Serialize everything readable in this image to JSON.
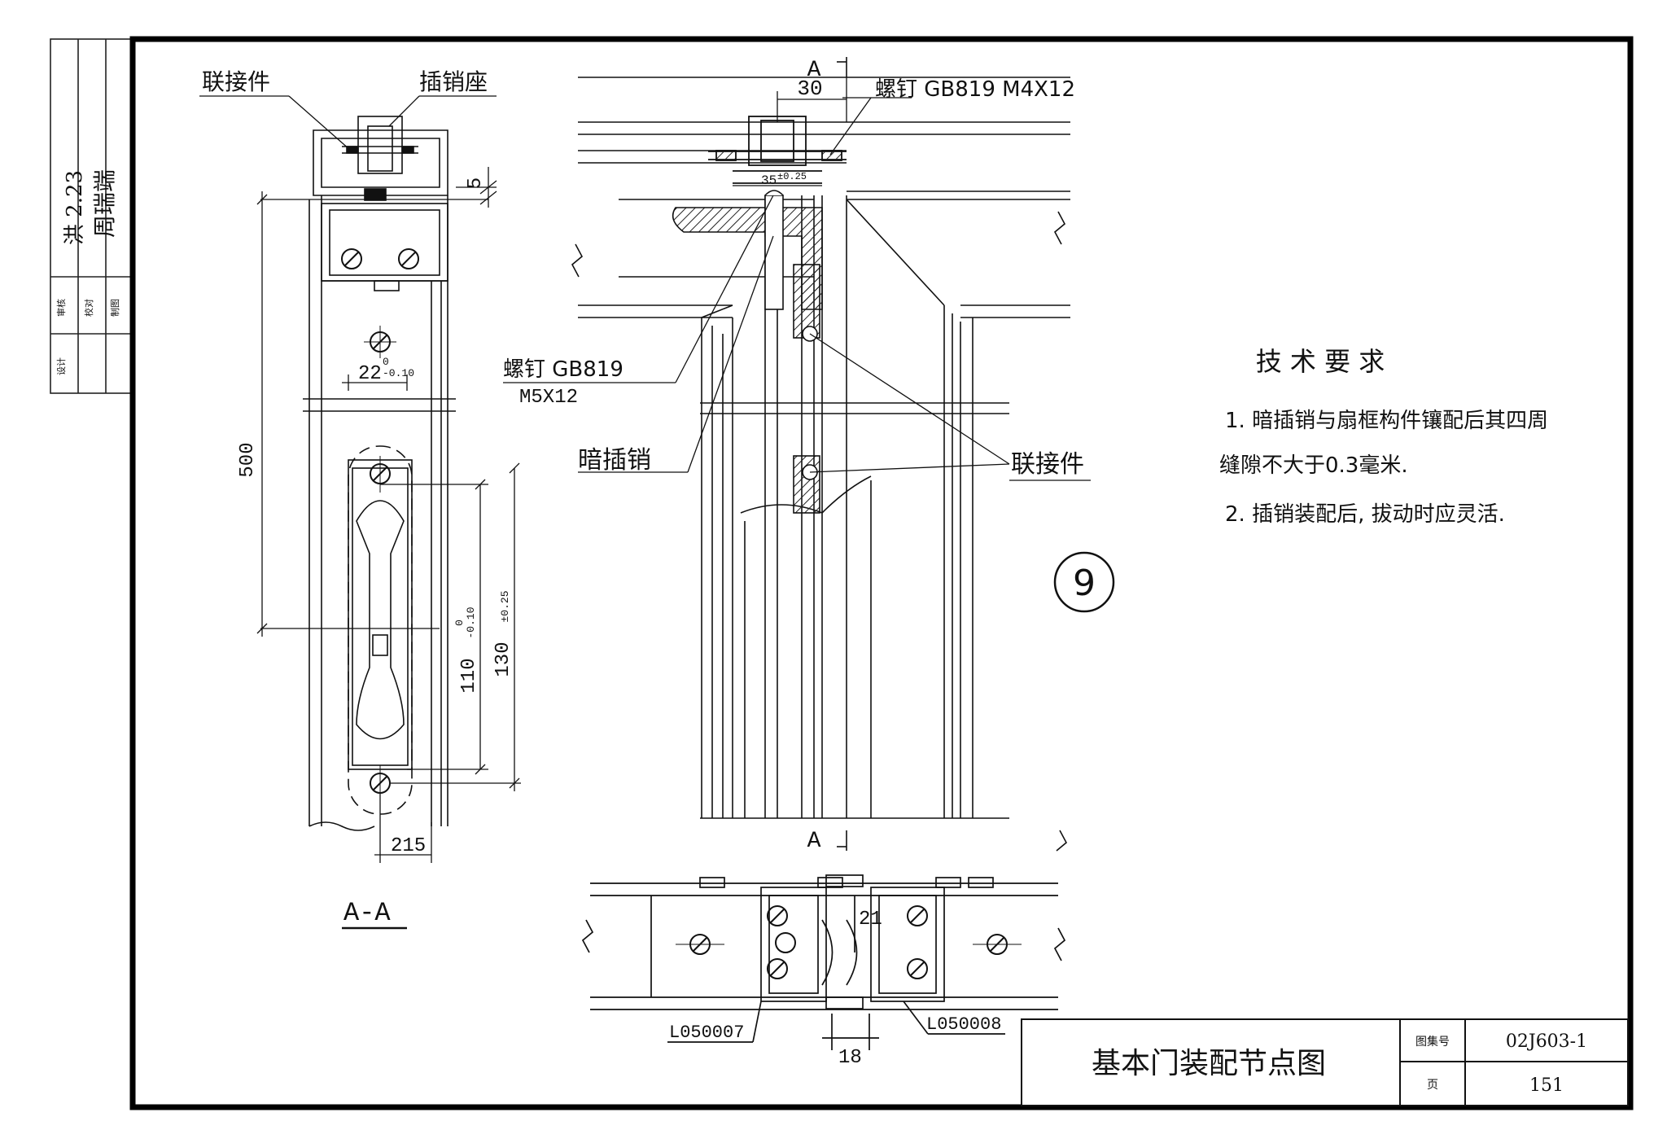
{
  "side_stamp": {
    "cells": [
      "审核",
      "校对",
      "设计",
      "制图"
    ],
    "signatures": [
      "洪 2.23",
      "周瑞端"
    ]
  },
  "drawing": {
    "detail_number": "9",
    "section_label": "A-A",
    "section_marks": [
      "A",
      "A"
    ],
    "callouts": {
      "connector_left": "联接件",
      "latch_seat": "插销座",
      "screw_top": "螺钉 GB819  M4X12",
      "screw_mid_line1": "螺钉 GB819",
      "screw_mid_line2": "M5X12",
      "concealed_latch": "暗插销",
      "connector_right": "联接件",
      "profile_left": "L050007",
      "profile_right": "L050008"
    },
    "dimensions": {
      "d30": "30",
      "d35": "35",
      "d35_tol": "±0.25",
      "d5": "5",
      "d22": "22",
      "d22_tol_upper": "0",
      "d22_tol_lower": "-0.10",
      "d500": "500",
      "d110": "110",
      "d110_tol_upper": "0",
      "d110_tol_lower": "-0.10",
      "d130": "130",
      "d130_tol": "±0.25",
      "d215": "215",
      "d21": "21",
      "d18": "18"
    }
  },
  "tech_requirements": {
    "title": "技 术 要 求",
    "item1_line1": "1. 暗插销与扇框构件镶配后其四周",
    "item1_line2": "缝隙不大于0.3毫米.",
    "item2": "2. 插销装配后, 拔动时应灵活."
  },
  "title_block": {
    "title": "基本门装配节点图",
    "atlas_label": "图集号",
    "atlas_value": "02J603-1",
    "page_label": "页",
    "page_value": "151"
  }
}
